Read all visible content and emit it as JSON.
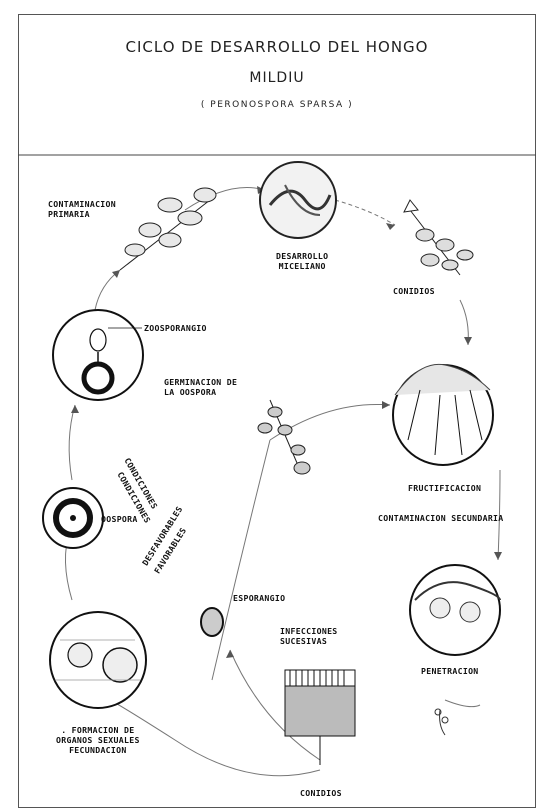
{
  "title": {
    "line1": "CICLO DE DESARROLLO DEL HONGO",
    "line2": "MILDIU",
    "line3": "( PERONOSPORA SPARSA )"
  },
  "labels": {
    "contaminacion_primaria": "CONTAMINACION\nPRIMARIA",
    "desarrollo_miceliano": "DESARROLLO\nMICELIANO",
    "conidios_top": "CONIDIOS",
    "zoosporangio": "ZOOSPORANGIO",
    "germinacion": "GERMINACION DE\nLA OOSPORA",
    "fructificacion": "FRUCTIFICACION",
    "contaminacion_secundaria": "CONTAMINACION SECUNDARIA",
    "condiciones": "CONDICIONES",
    "favorables": "FAVORABLES",
    "desfavorables": "DESFAVORABLES",
    "oospora": "OOSPORA",
    "esporangio": "ESPORANGIO",
    "infecciones": "INFECCIONES\nSUCESIVAS",
    "penetracion": "PENETRACION",
    "formacion": ". FORMACION DE\nORGANOS SEXUALES\nFECUNDACION",
    "conidios_bottom": "CONIDIOS"
  }
}
